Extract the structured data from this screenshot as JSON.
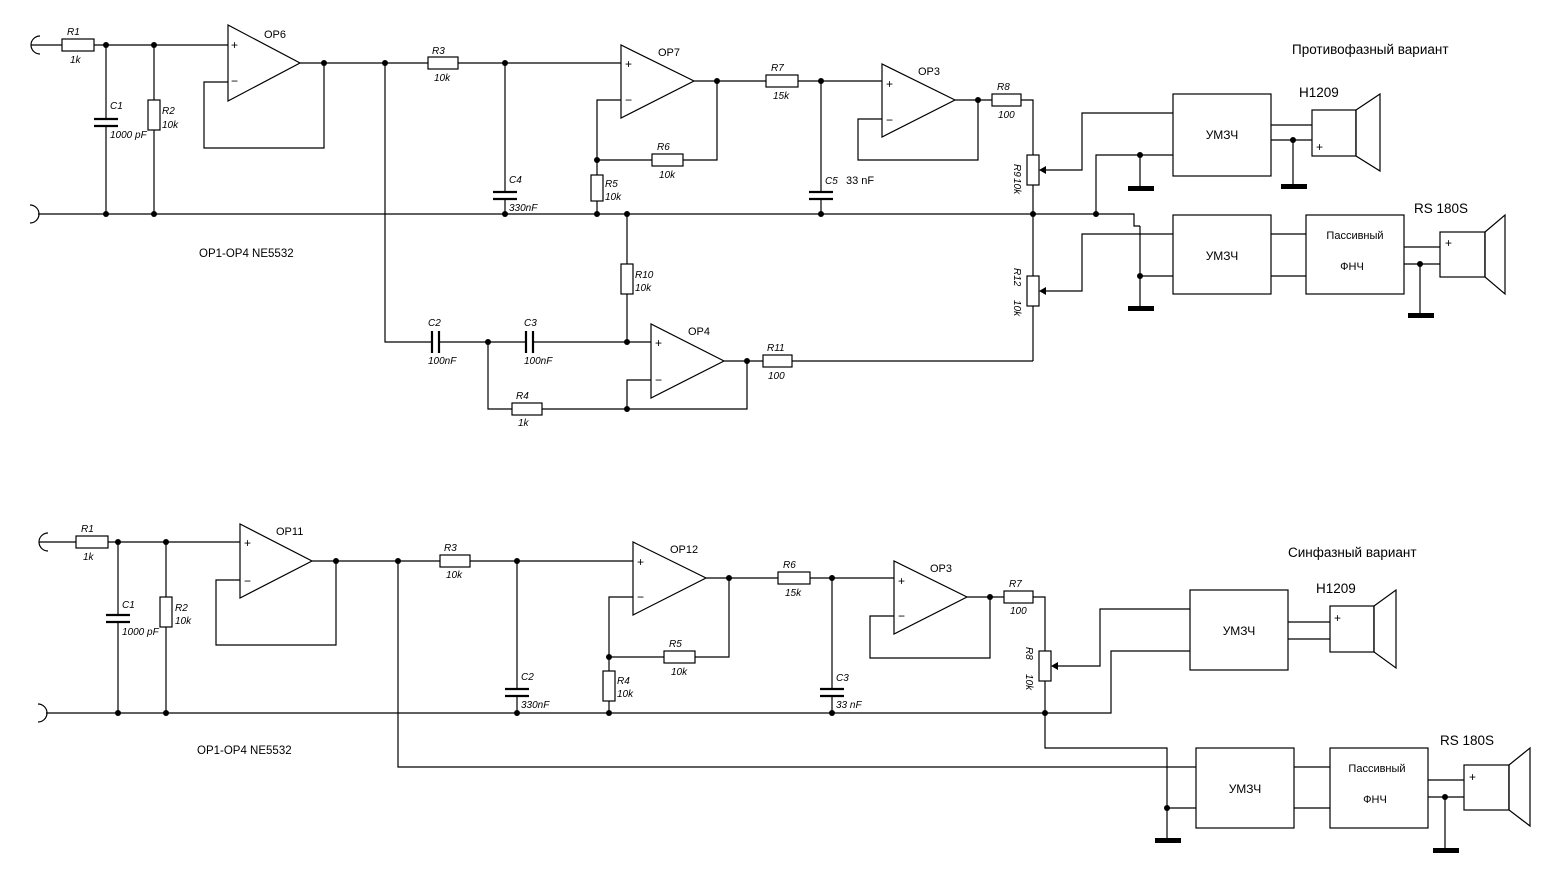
{
  "titles": {
    "top": "Противофазный вариант",
    "bottom": "Синфазный вариант"
  },
  "notes": {
    "top": "OP1-OP4 NE5532",
    "bottom": "OP1-OP4 NE5532"
  },
  "signs": {
    "plus": "+",
    "minus": "−"
  },
  "top": {
    "R1": {
      "name": "R1",
      "value": "1k"
    },
    "C1": {
      "name": "C1",
      "value": "1000 pF"
    },
    "R2": {
      "name": "R2",
      "value": "10k"
    },
    "OP6": "OP6",
    "R3": {
      "name": "R3",
      "value": "10k"
    },
    "C4": {
      "name": "C4",
      "value": "330nF"
    },
    "R5": {
      "name": "R5",
      "value": "10k"
    },
    "R6": {
      "name": "R6",
      "value": "10k"
    },
    "OP7": "OP7",
    "R7": {
      "name": "R7",
      "value": "15k"
    },
    "C5": {
      "name": "C5",
      "value": "33 nF"
    },
    "OP3": "OP3",
    "R8": {
      "name": "R8",
      "value": "100"
    },
    "R9": {
      "name": "R9",
      "value": "10k"
    },
    "R12": {
      "name": "R12",
      "value": "10k"
    },
    "R10": {
      "name": "R10",
      "value": "10k"
    },
    "C2": {
      "name": "C2",
      "value": "100nF"
    },
    "C3": {
      "name": "C3",
      "value": "100nF"
    },
    "R4": {
      "name": "R4",
      "value": "1k"
    },
    "OP4": "OP4",
    "R11": {
      "name": "R11",
      "value": "100"
    },
    "amp1": "УМЗЧ",
    "amp2": "УМЗЧ",
    "filter1": "Пассивный",
    "filter2": "ФНЧ",
    "spk1": "H1209",
    "spk2": "RS 180S"
  },
  "bottom": {
    "R1": {
      "name": "R1",
      "value": "1k"
    },
    "C1": {
      "name": "C1",
      "value": "1000 pF"
    },
    "R2": {
      "name": "R2",
      "value": "10k"
    },
    "OP11": "OP11",
    "R3": {
      "name": "R3",
      "value": "10k"
    },
    "C2": {
      "name": "C2",
      "value": "330nF"
    },
    "R4": {
      "name": "R4",
      "value": "10k"
    },
    "R5": {
      "name": "R5",
      "value": "10k"
    },
    "OP12": "OP12",
    "R6": {
      "name": "R6",
      "value": "15k"
    },
    "C3": {
      "name": "C3",
      "value": "33 nF"
    },
    "OP3": "OP3",
    "R7": {
      "name": "R7",
      "value": "100"
    },
    "R8": {
      "name": "R8",
      "value": "10k"
    },
    "amp1": "УМЗЧ",
    "amp2": "УМЗЧ",
    "filter1": "Пассивный",
    "filter2": "ФНЧ",
    "spk1": "H1209",
    "spk2": "RS 180S"
  }
}
